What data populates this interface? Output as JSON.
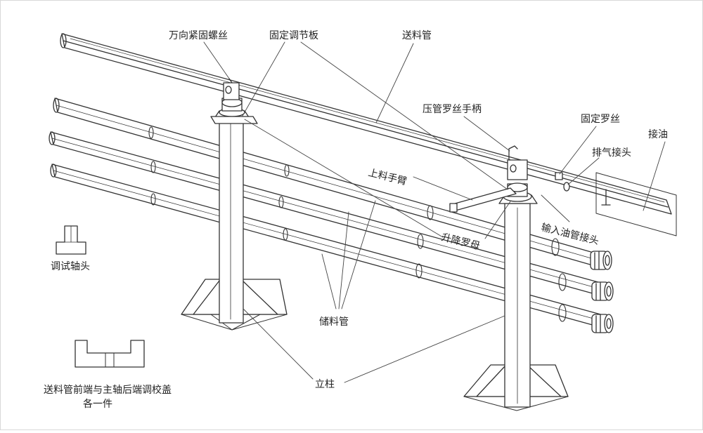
{
  "labels": {
    "universal_bolt": "万向紧固螺丝",
    "fixed_adjust_plate": "固定调节板",
    "feed_tube": "送料管",
    "clamp_screw_handle": "压管罗丝手柄",
    "fixed_screw": "固定罗丝",
    "oil_connection": "接油",
    "vent_fitting": "排气接头",
    "loading_arm": "上料手臂",
    "oil_inlet_fitting": "输入油管接头",
    "lift_nut": "升降罗母",
    "debug_shaft_head": "调试轴头",
    "storage_tube": "储料管",
    "column": "立柱",
    "cover_note_line1": "送料管前端与主轴后端调校盖",
    "cover_note_line2": "各一件"
  },
  "colors": {
    "line": "#333333",
    "leader": "#444444",
    "background": "#ffffff"
  }
}
